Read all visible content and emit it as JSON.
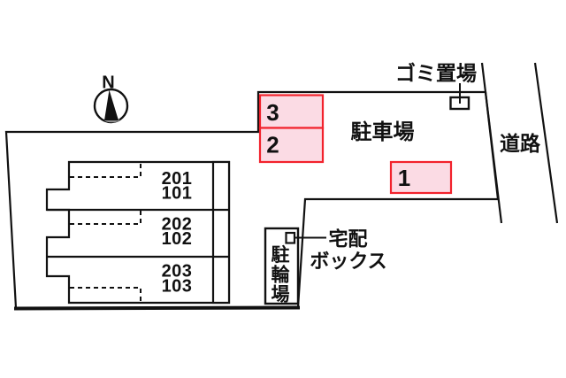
{
  "compass": {
    "label": "N"
  },
  "building": {
    "units": [
      {
        "upper": "201",
        "lower": "101"
      },
      {
        "upper": "202",
        "lower": "102"
      },
      {
        "upper": "203",
        "lower": "103"
      }
    ]
  },
  "parking": {
    "label": "駐車場",
    "spaces": [
      {
        "number": "3"
      },
      {
        "number": "2"
      },
      {
        "number": "1"
      }
    ]
  },
  "garbage_area": {
    "label": "ゴミ置場"
  },
  "road": {
    "label": "道路"
  },
  "delivery_box": {
    "label_line1": "宅配",
    "label_line2": "ボックス"
  },
  "bicycle_parking": {
    "label": "駐輪場",
    "chars": [
      "駐",
      "輪",
      "場"
    ]
  },
  "colors": {
    "site_fill": "#f0f0f0",
    "building_fill": "#fbf7d0",
    "parking_space_fill": "#fbdbe4",
    "parking_space_border": "#f2222c",
    "outline": "#111111",
    "compass_base": "#8f8f8f"
  }
}
